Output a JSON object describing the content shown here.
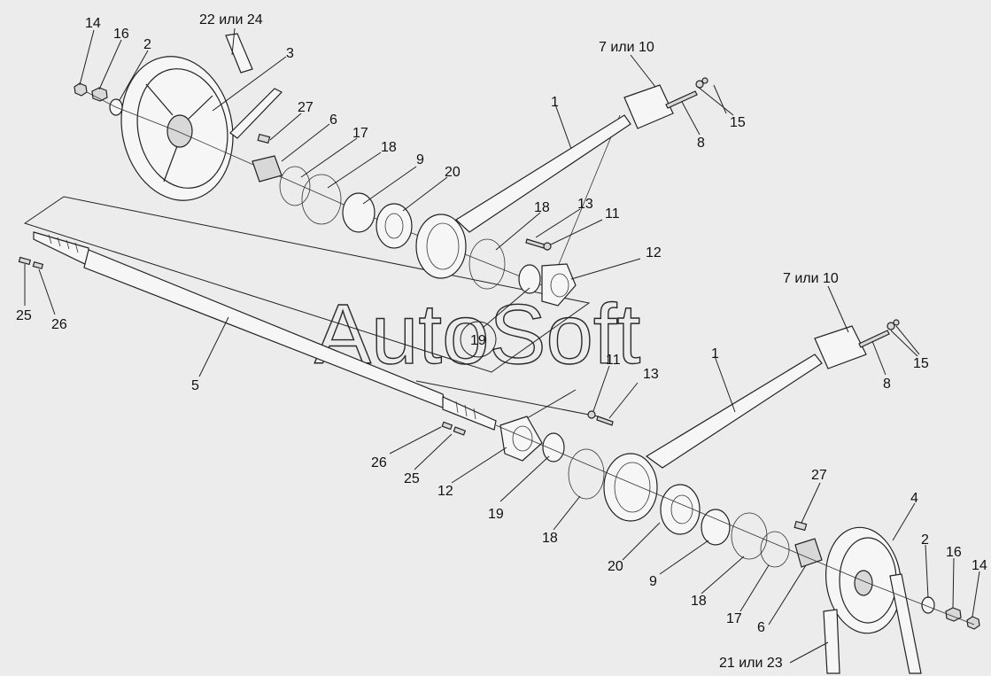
{
  "watermark": "AutoSoft",
  "labels": {
    "l14a": "14",
    "l16a": "16",
    "l2a": "2",
    "l22": "22 или 24",
    "l3": "3",
    "l27a": "27",
    "l6a": "6",
    "l17a": "17",
    "l18a": "18",
    "l9a": "9",
    "l20a": "20",
    "l1a": "1",
    "l7a": "7 или 10",
    "l15a": "15",
    "l8a": "8",
    "l18b": "18",
    "l13a": "13",
    "l11a": "11",
    "l12a": "12",
    "l19a": "19",
    "l25a": "25",
    "l26a": "26",
    "l5": "5",
    "l7b": "7 или 10",
    "l1b": "1",
    "l15b": "15",
    "l8b": "8",
    "l11b": "11",
    "l13b": "13",
    "l26b": "26",
    "l25b": "25",
    "l12b": "12",
    "l19b": "19",
    "l18c": "18",
    "l20b": "20",
    "l9b": "9",
    "l27b": "27",
    "l18d": "18",
    "l17b": "17",
    "l6b": "6",
    "l4": "4",
    "l2b": "2",
    "l16b": "16",
    "l14b": "14",
    "l21": "21 или 23"
  }
}
